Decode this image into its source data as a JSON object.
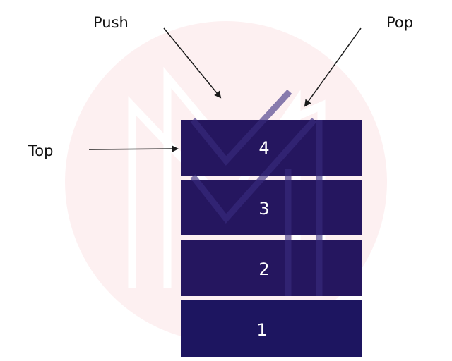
{
  "title": "Stack",
  "labels": {
    "push": "Push",
    "pop": "Pop",
    "top": "Top"
  },
  "stack_items": [
    "4",
    "3",
    "2",
    "1"
  ],
  "colors": {
    "box": "#25165f",
    "box_bottom": "#1d1560",
    "watermark_circle": "#fdf0f1",
    "arrow": "#1a1a1a"
  }
}
